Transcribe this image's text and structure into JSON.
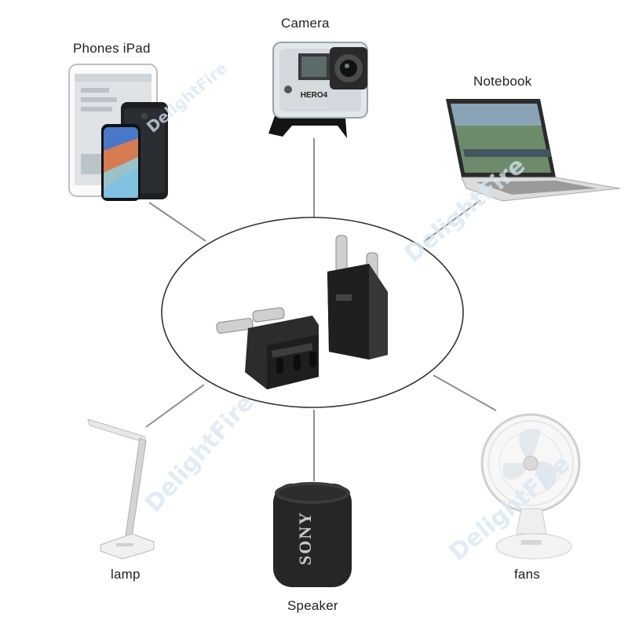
{
  "labels": {
    "camera": "Camera",
    "phones": "Phones iPad",
    "notebook": "Notebook",
    "lamp": "lamp",
    "speaker": "Speaker",
    "fans": "fans"
  },
  "product": {
    "brand_on_speaker": "SONY",
    "brand_on_camera": "HERO4"
  },
  "watermark_text": "DelightFire",
  "colors": {
    "background": "#ffffff",
    "connector_line": "#8a8a8a",
    "plug_body": "#2a2a2a",
    "label_text": "#222222"
  }
}
